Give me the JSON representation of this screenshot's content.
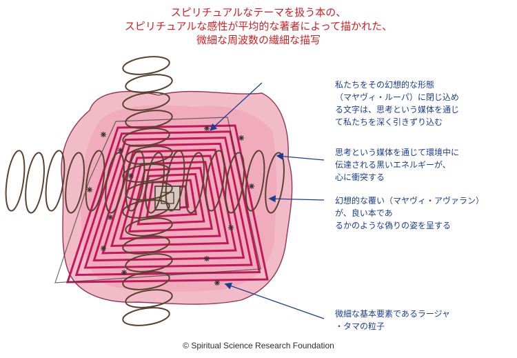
{
  "title": {
    "line1": "スピリチュアルなテーマを扱う本の、",
    "line2": "スピリチュアルな感性が平均的な著者によって描かれた、",
    "line3": "微細な周波数の繊細な描写"
  },
  "annotations": [
    {
      "lines": [
        "私たちをその幻想的な形態",
        "（マヤヴィ・ルーパ）に閉じ込め",
        "る文字は、思考という媒体を通じ",
        "て私たちを深く引きずり込む"
      ]
    },
    {
      "lines": [
        "思考という媒体を通じて環境中に",
        "伝達される黒いエネルギーが、",
        "心に衝突する"
      ]
    },
    {
      "lines": [
        "幻想的な覆い（マヤヴィ・アヴァラン）",
        "が、良い本であ",
        "るかのような偽りの姿を呈する"
      ]
    },
    {
      "lines": [
        "微細な基本要素であるラージャ",
        "・タマの粒子"
      ]
    }
  ],
  "copyright": "© Spiritual Science Research Foundation",
  "colors": {
    "title": "#d01f24",
    "annotation": "#1b3d8f",
    "pink": "#e48aa0",
    "magenta": "#c2185b",
    "coil": "#5a4030"
  }
}
